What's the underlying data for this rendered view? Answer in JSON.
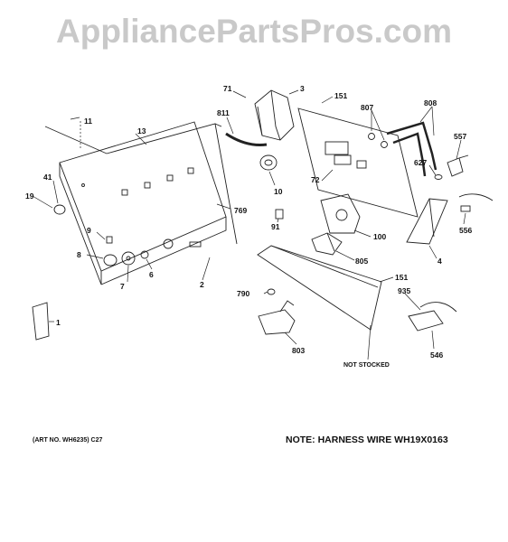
{
  "watermark": "AppliancePartsPros.com",
  "art_no": "(ART NO. WH6235) C27",
  "note": "NOTE: HARNESS WIRE WH19X0163",
  "not_stocked": "NOT STOCKED",
  "parts": {
    "p71": "71",
    "p3": "3",
    "p151a": "151",
    "p807": "807",
    "p808": "808",
    "p811": "811",
    "p11": "11",
    "p13": "13",
    "p557": "557",
    "p627": "627",
    "p72": "72",
    "p10": "10",
    "p41": "41",
    "p19": "19",
    "p769": "769",
    "p91": "91",
    "p100": "100",
    "p556": "556",
    "p9": "9",
    "p8": "8",
    "p6": "6",
    "p7": "7",
    "p2": "2",
    "p805": "805",
    "p4": "4",
    "p151b": "151",
    "p935": "935",
    "p790": "790",
    "p1": "1",
    "p803": "803",
    "p546": "546"
  }
}
